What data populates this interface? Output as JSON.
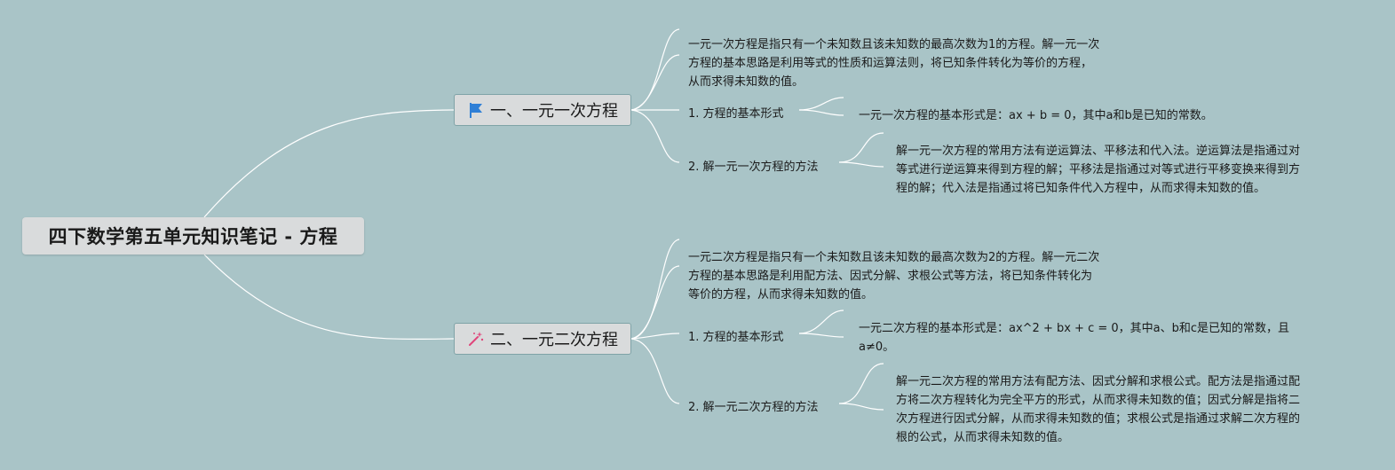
{
  "root": {
    "title": "四下数学第五单元知识笔记 - 方程"
  },
  "branches": [
    {
      "title": "一、一元一次方程",
      "icon": "flag-icon",
      "description": [
        "一元一次方程是指只有一个未知数且该未知数的最高次数为1的方程。解一元一次",
        "方程的基本思路是利用等式的性质和运算法则，将已知条件转化为等价的方程，",
        "从而求得未知数的值。"
      ],
      "subs": [
        {
          "label": "1. 方程的基本形式",
          "detail": [
            "一元一次方程的基本形式是：ax + b = 0，其中a和b是已知的常数。"
          ]
        },
        {
          "label": "2. 解一元一次方程的方法",
          "detail": [
            "解一元一次方程的常用方法有逆运算法、平移法和代入法。逆运算法是指通过对",
            "等式进行逆运算来得到方程的解；平移法是指通过对等式进行平移变换来得到方",
            "程的解；代入法是指通过将已知条件代入方程中，从而求得未知数的值。"
          ]
        }
      ]
    },
    {
      "title": "二、一元二次方程",
      "icon": "magic-wand-icon",
      "description": [
        "一元二次方程是指只有一个未知数且该未知数的最高次数为2的方程。解一元二次",
        "方程的基本思路是利用配方法、因式分解、求根公式等方法，将已知条件转化为",
        "等价的方程，从而求得未知数的值。"
      ],
      "subs": [
        {
          "label": "1. 方程的基本形式",
          "detail": [
            "一元二次方程的基本形式是：ax^2 + bx + c = 0，其中a、b和c是已知的常数，且",
            "a≠0。"
          ]
        },
        {
          "label": "2. 解一元二次方程的方法",
          "detail": [
            "解一元二次方程的常用方法有配方法、因式分解和求根公式。配方法是指通过配",
            "方将二次方程转化为完全平方的形式，从而求得未知数的值；因式分解是指将二",
            "次方程进行因式分解，从而求得未知数的值；求根公式是指通过求解二次方程的",
            "根的公式，从而求得未知数的值。"
          ]
        }
      ]
    }
  ],
  "colors": {
    "background": "#a9c4c7",
    "node": "#d9dbdc",
    "line": "#ffffff",
    "flag": "#2f7fd6",
    "wand": "#e0457b"
  }
}
